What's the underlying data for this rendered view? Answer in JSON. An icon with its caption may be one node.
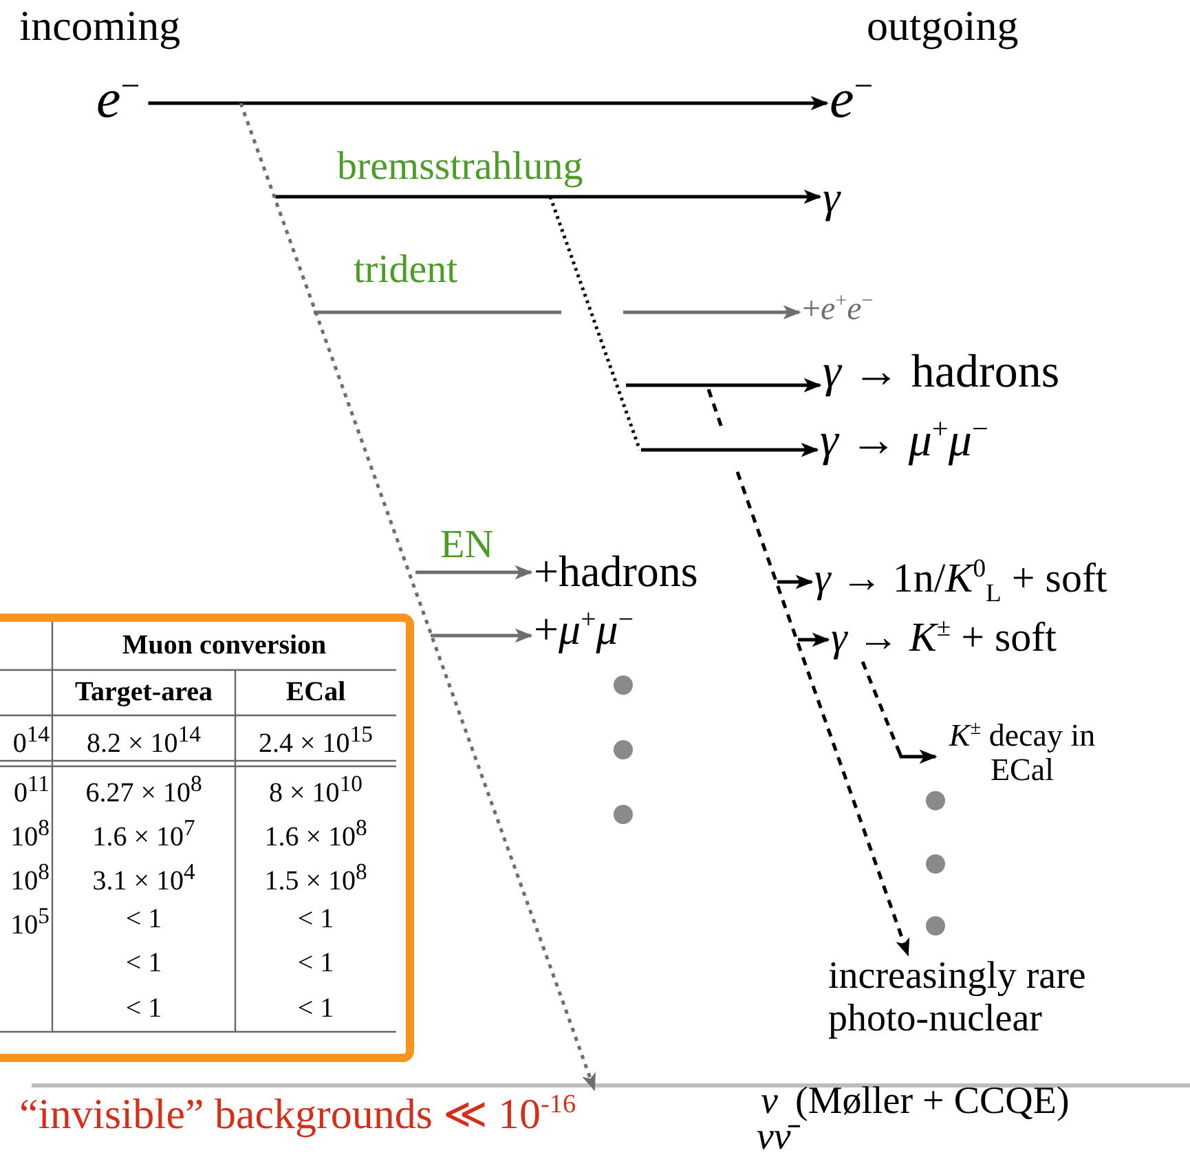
{
  "diagram": {
    "nodes": [
      {
        "text": [
          "*e*$^{−}$"
        ]
      },
      {
        "text": [
          "*e*$^{−}$"
        ]
      },
      {
        "text": [
          "*γ*"
        ]
      },
      {
        "text": [
          "+*e*$^{+}$*e*$^{−}$"
        ]
      },
      {
        "text": [
          "*γ* → hadrons"
        ]
      },
      {
        "text": [
          "*γ* → *μ*$^{+}$*μ*$^{−}$"
        ]
      },
      {
        "text": [
          "+hadrons"
        ]
      },
      {
        "text": [
          "+*μ*$^{+}$*μ*$^{−}$"
        ]
      },
      {
        "text": [
          "*γ* → 1n/*K*$^{0}$$_{L}$ + soft"
        ]
      },
      {
        "text": [
          "*γ* → *K*$^{±}$ + soft"
        ]
      },
      {
        "text": [
          "*K*$^{±}$ decay in ECal"
        ]
      },
      {
        "text": [
          "increasingly rare photo-nuclear"
        ]
      },
      {
        "text": [
          "“invisible” backgrounds ≪ 10$^{-16}$"
        ]
      }
    ],
    "edges": [
      {
        "from": 0,
        "to": 1,
        "arrow": "to"
      },
      {
        "from": null,
        "to": 2,
        "arrow": "to",
        "label": "bremsstrahlung"
      },
      {
        "from": null,
        "to": 3,
        "arrow": "to",
        "label": "trident",
        "color": "#6e6e6e"
      },
      {
        "from": null,
        "to": 4,
        "arrow": "to"
      },
      {
        "from": null,
        "to": 5,
        "arrow": "to"
      },
      {
        "from": null,
        "to": 6,
        "arrow": "to",
        "label": "EN",
        "color": "#6e6e6e"
      },
      {
        "from": null,
        "to": 7,
        "arrow": "to",
        "color": "#6e6e6e"
      },
      {
        "from": null,
        "to": 8,
        "arrow": "to"
      },
      {
        "from": null,
        "to": 9,
        "arrow": "to"
      },
      {
        "from": 9,
        "to": 10,
        "arrow": "to",
        "style": "dashed"
      },
      {
        "from": null,
        "to": 12,
        "arrow": "to",
        "style": "dashed",
        "color": "#6e6e6e"
      },
      {
        "from": null,
        "to": 11,
        "arrow": "to",
        "style": "dashed"
      }
    ],
    "labels": [
      "incoming",
      "outgoing",
      "Muon conversion",
      "Target-area",
      "ECal",
      "0$^{14}$",
      "8.2 × 10$^{14}$",
      "2.4 × 10$^{15}$",
      "0$^{11}$",
      "6.27 × 10$^{8}$",
      "8 × 10$^{10}$",
      "10$^{8}$",
      "1.6 × 10$^{7}$",
      "1.6 × 10$^{8}$",
      "10$^{8}$",
      "3.1 × 10$^{4}$",
      "1.5 × 10$^{8}$",
      "10$^{5}$",
      "< 1",
      "< 1",
      "< 1",
      "< 1",
      "< 1",
      "< 1",
      "*ν*",
      "(Møller + CCQE)",
      "*νν̄*"
    ]
  }
}
